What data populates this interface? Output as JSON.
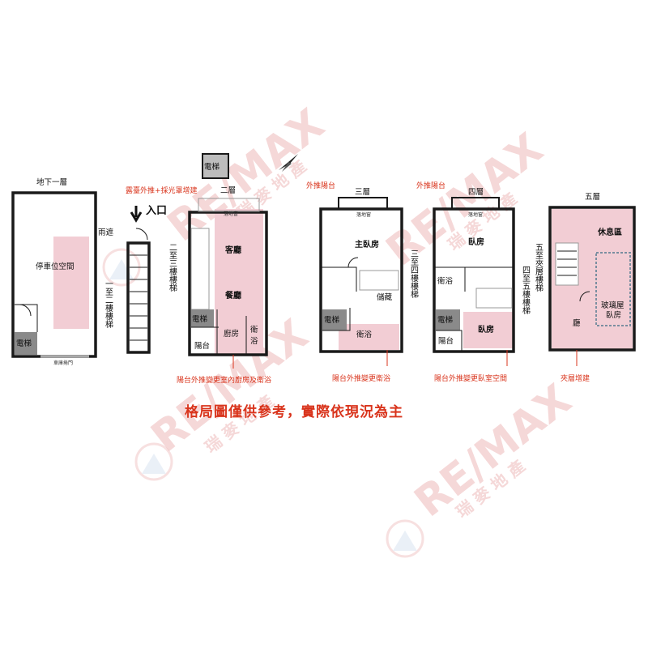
{
  "floors": {
    "b1": {
      "title": "地下一層",
      "parking": "停車位空間",
      "elevator": "電梯",
      "rain_shed": "雨遮",
      "stair": "一至二樓樓梯",
      "bottom_text": "車庫捲門"
    },
    "f2": {
      "title": "二層",
      "entrance": "入口",
      "elevator_top": "電梯",
      "note_top": "露臺外推+採光罩增建",
      "living": "客廳",
      "dining": "餐廳",
      "stair": "二至三樓樓梯",
      "elevator": "電梯",
      "kitchen": "廚房",
      "bath": "衛浴",
      "balcony": "陽台",
      "note_bottom": "陽台外推變更室內廚房及衛浴",
      "window_text": "落地窗"
    },
    "f3": {
      "title": "三層",
      "note_top": "外推陽台",
      "master": "主臥房",
      "stair": "三至四樓樓梯",
      "storage": "儲藏",
      "elevator": "電梯",
      "bath": "衛浴",
      "note_bottom": "陽台外推變更衛浴",
      "window_text": "落地窗"
    },
    "f4": {
      "title": "四層",
      "note_top": "外推陽台",
      "bedroom_top": "臥房",
      "bath": "衛浴",
      "stair": "四至五樓樓梯",
      "elevator": "電梯",
      "bedroom_bottom": "臥房",
      "balcony": "陽台",
      "note_bottom": "陽台外推變更臥室空間",
      "window_text": "落地窗"
    },
    "f5": {
      "title": "五層",
      "lounge": "休息區",
      "stair": "五至夾層樓梯",
      "glass_room": "玻璃屋臥房",
      "hall": "廳",
      "note_bottom": "夾層增建"
    }
  },
  "disclaimer": "格局圖僅供參考，實際依現況為主",
  "watermark": {
    "brand": "RE/MAX",
    "sub": "瑞 麥 地 產",
    "logo_text": "RE/MAX"
  },
  "colors": {
    "accent_red": "#d9341c",
    "room_pink": "#f2cdd4",
    "wall": "#1a1a1a",
    "elevator_gray": "#8a8a8a"
  }
}
